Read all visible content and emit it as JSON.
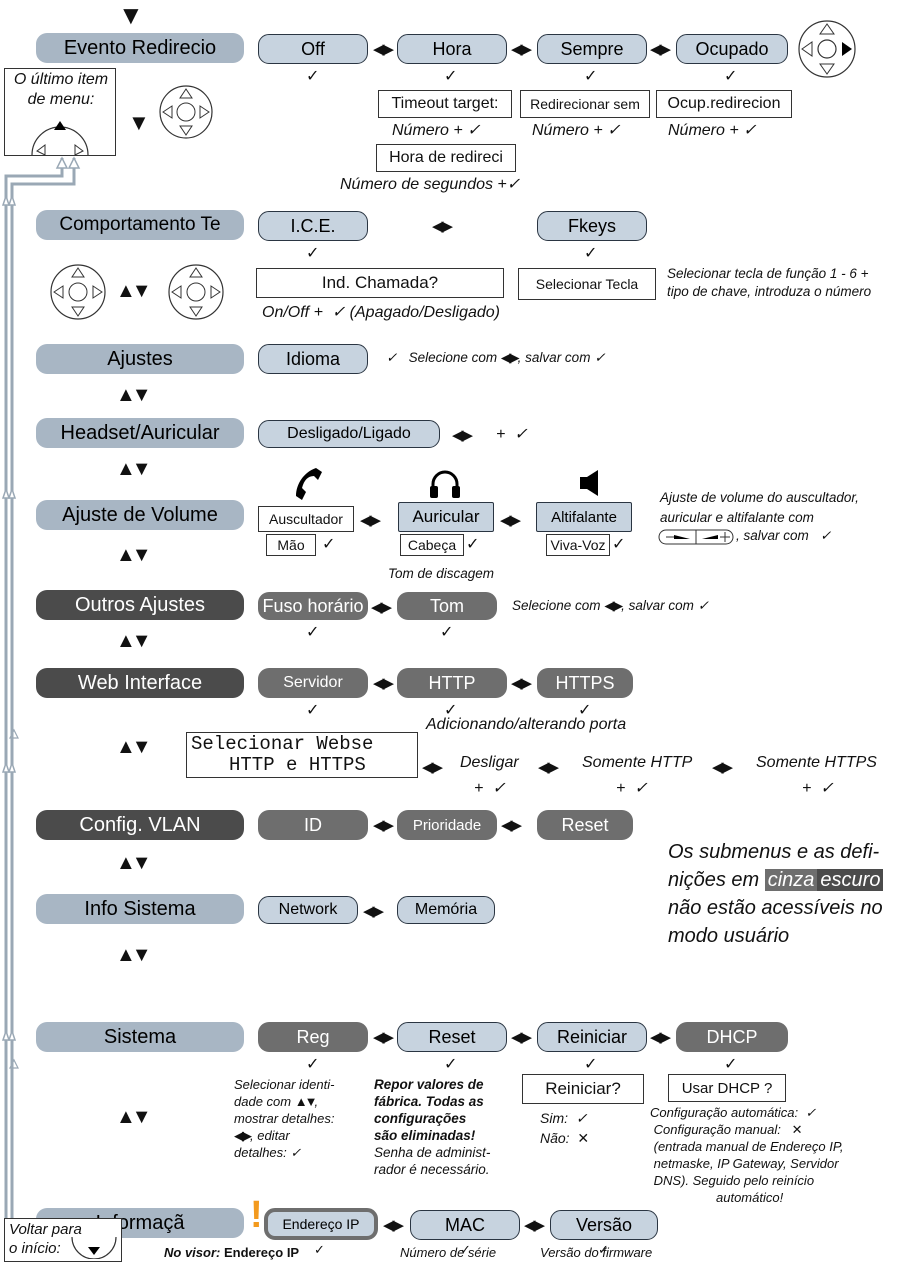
{
  "top_arrow": "▼",
  "menus": {
    "evento": "Evento Redirecio",
    "comportamento": "Comportamento Te",
    "ajustes": "Ajustes",
    "headset": "Headset/Auricular",
    "volume": "Ajuste de Volume",
    "outros": "Outros Ajustes",
    "web": "Web Interface",
    "vlan": "Config. VLAN",
    "info": "Info Sistema",
    "sistema": "Sistema",
    "informacao": "Informaçã"
  },
  "evento": {
    "opts": [
      "Off",
      "Hora",
      "Sempre",
      "Ocupado"
    ],
    "boxes": [
      "Timeout target:",
      "Redirecionar sem",
      "Ocup.redirecion",
      "Hora de redireci"
    ],
    "num": "Número +",
    "num_seg": "Número de segundos +"
  },
  "last_item": "O último item de menu:",
  "comport": {
    "ice": "I.C.E.",
    "fkeys": "Fkeys",
    "ind": "Ind. Chamada?",
    "on_off": "On/Off +",
    "apagado": "(Apagado/Desligado)",
    "sel_tecla": "Selecionar Tecla",
    "note": "Selecionar tecla de função 1 - 6 +",
    "note2": "tipo de chave, introduza o número"
  },
  "ajustes": {
    "idioma": "Idioma",
    "sel": "Selecione com",
    "salvar": ", salvar com"
  },
  "headset": {
    "opt": "Desligado/Ligado",
    "plus": "+"
  },
  "volume": {
    "opts": [
      "Auscultador",
      "Auricular",
      "Altifalante"
    ],
    "sub": [
      "Mão",
      "Cabeça",
      "Viva-Voz"
    ],
    "note1": "Ajuste de volume do auscultador,",
    "note2": "auricular e altifalante com",
    "note3": ", salvar com"
  },
  "outros": {
    "fuso": "Fuso horário",
    "tom": "Tom",
    "tom_label": "Tom de discagem",
    "sel": "Selecione com",
    "salvar": ", salvar com"
  },
  "web": {
    "opts": [
      "Servidor",
      "HTTP",
      "HTTPS"
    ],
    "port": "Adicionando/alterando porta",
    "lcd1": "Selecionar Webse",
    "lcd2": "HTTP e HTTPS",
    "desligar": "Desligar",
    "somente_http": "Somente HTTP",
    "somente_https": "Somente HTTPS",
    "plus": "+"
  },
  "vlan": {
    "opts": [
      "ID",
      "Prioridade",
      "Reset"
    ]
  },
  "legend": {
    "l1": "Os submenus e as defi-",
    "l2a": "nições em",
    "cinza": "cinza",
    "escuro": "escuro",
    "l3": "não estão acessíveis no",
    "l4": "modo usuário"
  },
  "info": {
    "opts": [
      "Network",
      "Memória"
    ]
  },
  "sistema": {
    "opts": [
      "Reg",
      "Reset",
      "Reiniciar",
      "DHCP"
    ],
    "reg_note": [
      "Selecionar identi-",
      "dade com",
      ", ",
      "mostrar detalhes:",
      ", editar",
      "detalhes:"
    ],
    "reset_bold": [
      "Repor valores de",
      "fábrica. Todas as",
      "configurações",
      "são eliminadas!"
    ],
    "reset_note": [
      "Senha de administ-",
      "rador é necessário."
    ],
    "reiniciar_q": "Reiniciar?",
    "sim": "Sim:",
    "nao": "Não:",
    "dhcp_q": "Usar DHCP ?",
    "dhcp_note": [
      "Configuração automática:",
      "Configuração manual:",
      "(entrada manual de Endereço IP,",
      "netmaske, IP Gateway, Servidor",
      "DNS).  Seguido pelo reinício",
      "automático!"
    ]
  },
  "informacao": {
    "opts": [
      "Endereço IP",
      "MAC",
      "Versão"
    ],
    "no_visor": "No visor:",
    "endereco": "Endereço IP",
    "serie": "Número de série",
    "firmware": "Versão do firmware"
  },
  "voltar": "Voltar para o início:",
  "glyphs": {
    "check": "✓",
    "cross": "✕",
    "lr": "◀▶",
    "ud": "▲▼",
    "down": "▼",
    "warn": "!"
  }
}
